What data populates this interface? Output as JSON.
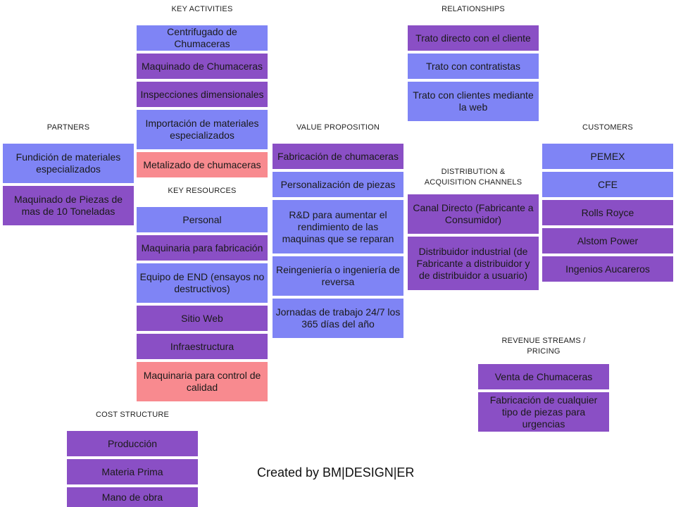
{
  "headers": {
    "key_activities": "KEY ACTIVITIES",
    "relationships": "RELATIONSHIPS",
    "partners": "PARTNERS",
    "value_proposition": "VALUE PROPOSITION",
    "customers": "CUSTOMERS",
    "distribution": "DISTRIBUTION  &\nACQUISITION  CHANNELS",
    "key_resources": "KEY RESOURCES",
    "revenue": "REVENUE STREAMS  /\nPRICING",
    "cost": "COST  STRUCTURE"
  },
  "key_activities": [
    "Centrifugado de Chumaceras",
    "Maquinado de Chumaceras",
    "Inspecciones dimensionales",
    "Importación de materiales especializados",
    "Metalizado de chumaceras"
  ],
  "relationships": [
    "Trato directo con el cliente",
    "Trato con contratistas",
    "Trato con clientes mediante la web"
  ],
  "partners": [
    "Fundición de materiales especializados",
    "Maquinado de Piezas de mas de 10 Toneladas"
  ],
  "value_proposition": [
    "Fabricación de chumaceras",
    "Personalización de piezas",
    "R&D para aumentar el rendimiento de las maquinas que se reparan",
    "Reingeniería o ingeniería de reversa",
    "Jornadas de trabajo 24/7 los 365 días del año"
  ],
  "customers": [
    "PEMEX",
    "CFE",
    "Rolls Royce",
    "Alstom Power",
    "Ingenios Aucareros"
  ],
  "distribution": [
    "Canal Directo (Fabricante a Consumidor)",
    "Distribuidor industrial (de Fabricante a distribuidor y de distribuidor a usuario)"
  ],
  "key_resources": [
    "Personal",
    "Maquinaria para fabricación",
    "Equipo de END (ensayos no destructivos)",
    "Sitio Web",
    "Infraestructura",
    "Maquinaria para control de calidad"
  ],
  "revenue": [
    "Venta de Chumaceras",
    "Fabricación de cualquier tipo de piezas para urgencias"
  ],
  "cost": [
    "Producción",
    "Materia Prima",
    "Mano de obra"
  ],
  "credit": "Created by BM|DESIGN|ER",
  "colors": {
    "blue": "#7f84f5",
    "purple": "#8a4fc5",
    "pink": "#f88a8f"
  }
}
